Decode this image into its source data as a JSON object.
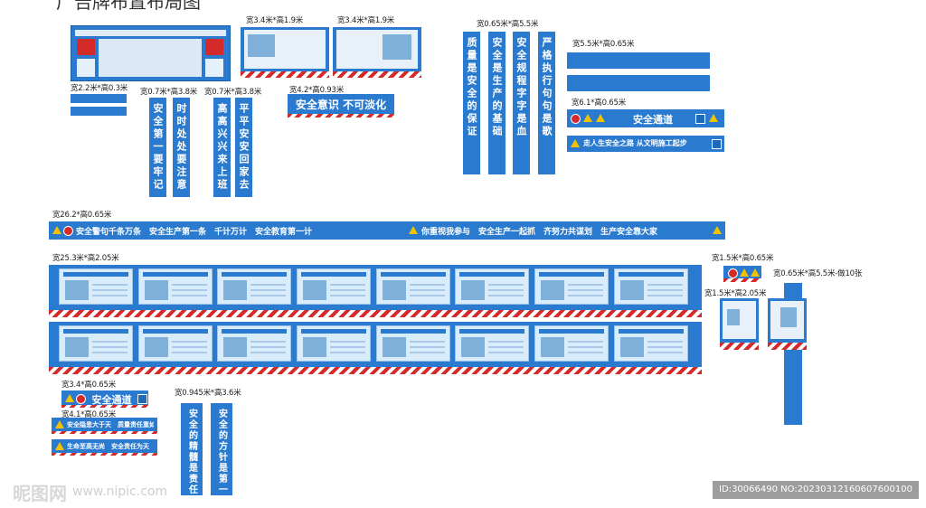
{
  "title": "广告牌布置布局图",
  "dims": {
    "board_34_19_a": "宽3.4米*高1.9米",
    "board_34_19_b": "宽3.4米*高1.9米",
    "board_22_03": "宽2.2米*高0.3米",
    "v_07_38_a": "宽0.7米*高3.8米",
    "v_07_38_b": "宽0.7米*高3.8米",
    "banner_42_093": "宽4.2*高0.93米",
    "v_065_55": "宽0.65米*高5.5米",
    "h_55_065": "宽5.5米*高0.65米",
    "h_61_065": "宽6.1*高0.65米",
    "long_262": "宽26.2*高0.65米",
    "wall_253": "宽25.3米*高2.05米",
    "small_15_065": "宽1.5米*高0.65米",
    "pole": "宽0.65米*高5.5米-做10张",
    "small_15_205": "宽1.5米*高2.05米",
    "h_34_065": "宽3.4*高0.65米",
    "h_41_065": "宽4.1*高0.65米",
    "v_0945_36": "宽0.945米*高3.6米"
  },
  "texts": {
    "v1": "安全第一要牢记",
    "v2": "时时处处要注意",
    "v3": "高高兴兴来上班",
    "v4": "平平安安回家去",
    "banner_42": "安全意识 不可淡化",
    "q1": "质量是安全的保证",
    "q2": "安全是生产的基础",
    "q3": "安全规程字字是血",
    "q4": "严格执行句句是歌",
    "passage1": "安全通道",
    "walk": "走人生安全之路 从文明施工起步",
    "long_slogan": "安全警句千条万条　安全生产第一条　千计万计　安全教育第一计",
    "long_slogan2": "你重视我参与　安全生产一起抓　齐努力共谋划　生产安全靠大家",
    "passage2": "安全通道",
    "danger1": "安全隐患大于天　质量责任重如山",
    "danger2": "生命至高无尚　安全责任为天",
    "b1": "安全的精髓是责任",
    "b2": "安全的方针是第一"
  },
  "watermark": {
    "logo": "昵图网",
    "url": "www.nipic.com",
    "id": "ID:30066490 NO:20230312160607600100"
  }
}
